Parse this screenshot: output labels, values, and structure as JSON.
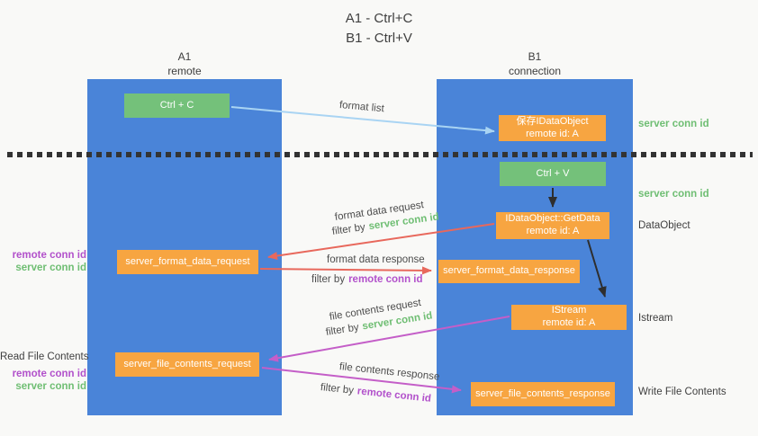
{
  "title": {
    "line1": "A1 - Ctrl+C",
    "line2": "B1 - Ctrl+V"
  },
  "columns": {
    "left": {
      "name": "A1",
      "role": "remote"
    },
    "right": {
      "name": "B1",
      "role": "connection"
    }
  },
  "nodes": {
    "ctrl_c": {
      "label": "Ctrl + C"
    },
    "save_idataobject": {
      "line1": "保存IDataObject",
      "line2": "remote id: A"
    },
    "ctrl_v": {
      "label": "Ctrl + V"
    },
    "getdata": {
      "line1": "IDataObject::GetData",
      "line2": "remote id: A"
    },
    "server_format_data_request": {
      "label": "server_format_data_request"
    },
    "server_format_data_response": {
      "label": "server_format_data_response"
    },
    "istream": {
      "line1": "IStream",
      "line2": "remote id: A"
    },
    "server_file_contents_request": {
      "label": "server_file_contents_request"
    },
    "server_file_contents_response": {
      "label": "server_file_contents_response"
    }
  },
  "annotations": [
    {
      "text": "format list"
    },
    {
      "text": "format data request"
    },
    {
      "prefix": "filter by",
      "highlight": "server conn id"
    },
    {
      "text": "format data response"
    },
    {
      "prefix": "filter by",
      "highlight": "remote conn id"
    },
    {
      "text": "file contents request"
    },
    {
      "prefix": "filter by",
      "highlight": "server conn id"
    },
    {
      "text": "file contents response"
    },
    {
      "prefix": "filter by",
      "highlight": "remote conn id"
    }
  ],
  "side_labels": {
    "right": [
      {
        "text": "server conn id"
      },
      {
        "text": "server conn id"
      },
      {
        "text": "DataObject"
      },
      {
        "text": "Istream"
      },
      {
        "text": "Write File Contents"
      }
    ],
    "left": [
      {
        "text": "remote conn id"
      },
      {
        "text": "server conn id"
      },
      {
        "text": "Read File Contents"
      },
      {
        "text": "remote conn id"
      },
      {
        "text": "server conn id"
      }
    ]
  },
  "colors": {
    "background": "#f9f9f7",
    "column_blue": "#4a84d8",
    "box_green": "#74c17a",
    "box_orange": "#f7a541",
    "arrow_light_blue": "#a9d4f3",
    "arrow_red": "#e8685c",
    "arrow_magenta": "#c45ec8",
    "arrow_black": "#2e2e2e",
    "label_green": "#6fbe73",
    "label_purple": "#b251cb"
  }
}
